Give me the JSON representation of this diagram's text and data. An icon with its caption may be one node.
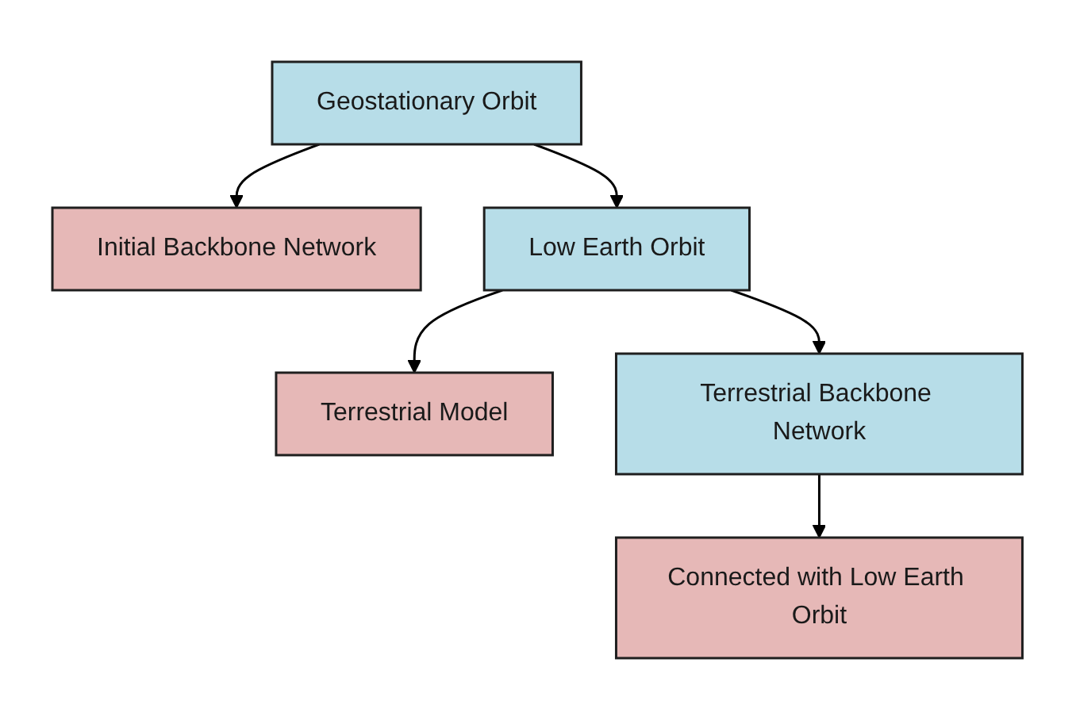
{
  "diagram": {
    "nodes": [
      {
        "text": [
          "Geostationary Orbit"
        ]
      },
      {
        "text": [
          "Initial Backbone Network"
        ]
      },
      {
        "text": [
          "Low Earth Orbit"
        ]
      },
      {
        "text": [
          "Terrestrial Model"
        ]
      },
      {
        "text": [
          "Terrestrial Backbone Network"
        ]
      },
      {
        "text": [
          "Connected with Low Earth Orbit"
        ]
      }
    ],
    "edges": [
      {
        "from": 0,
        "to": 1,
        "arrow": "to"
      },
      {
        "from": 0,
        "to": 2,
        "arrow": "to"
      },
      {
        "from": 2,
        "to": 3,
        "arrow": "to"
      },
      {
        "from": 2,
        "to": 4,
        "arrow": "to"
      },
      {
        "from": 4,
        "to": 5,
        "arrow": "to"
      }
    ]
  }
}
